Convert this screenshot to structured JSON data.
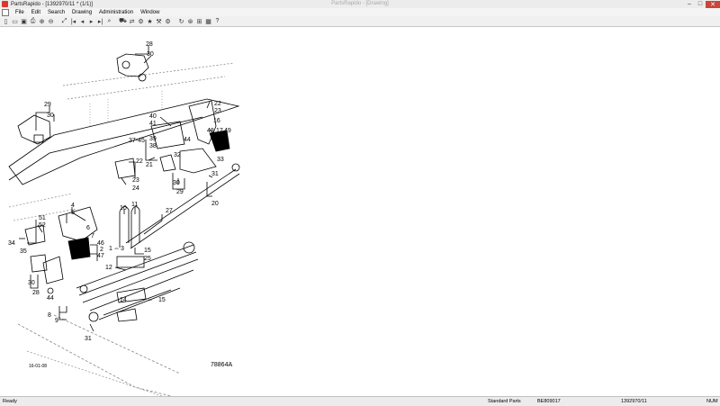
{
  "window": {
    "title": "PartsRapido - [1392970/11 * (1/1)]",
    "center_title": "PartsRapido - [Drawing]",
    "minimize": "–",
    "maximize": "□",
    "close": "✕"
  },
  "menu": [
    "File",
    "Edit",
    "Search",
    "Drawing",
    "Administration",
    "Window"
  ],
  "toolbar": {
    "icons": [
      "new-icon",
      "open-icon",
      "save-icon",
      "print-icon",
      "zoom-in-icon",
      "zoom-out-icon",
      "zoom-fit-icon",
      "first-icon",
      "prev-icon",
      "next-icon",
      "last-icon",
      "find-icon",
      "vehicle-icon",
      "sync-icon",
      "config-icon",
      "star-icon",
      "tool-icon",
      "settings-icon",
      "refresh-icon",
      "target-icon",
      "grid-icon",
      "table-icon",
      "help-icon"
    ],
    "glyphs": [
      "▯",
      "▭",
      "▣",
      "⎙",
      "⊕",
      "⊖",
      "⤢",
      "|◂",
      "◂",
      "▸",
      "▸|",
      "⌕",
      "⛟",
      "⇄",
      "⚙",
      "★",
      "⚒",
      "⚙",
      "↻",
      "⊛",
      "⊞",
      "▦",
      "?"
    ]
  },
  "drawing": {
    "labels": [
      "28",
      "30",
      "29",
      "30",
      "22",
      "23",
      "40",
      "41",
      "16",
      "48",
      "17",
      "49",
      "37-45",
      "39",
      "38",
      "44",
      "21",
      "32",
      "30",
      "29",
      "33",
      "22",
      "23",
      "24",
      "31",
      "20",
      "27",
      "4",
      "5",
      "11",
      "10",
      "51",
      "52",
      "34",
      "35",
      "6",
      "7",
      "46",
      "2",
      "47",
      "1",
      "3",
      "30",
      "28",
      "15",
      "25",
      "12",
      "44",
      "14",
      "15",
      "8",
      "9",
      "31"
    ],
    "arrows": [
      "⇔",
      "⇔"
    ],
    "drawing_number": "78864A",
    "date": "16-01-08"
  },
  "status": {
    "ready": "Ready",
    "category": "Standard Parts",
    "code": "BE809017",
    "ref": "1392970/11",
    "num": "NUM"
  }
}
